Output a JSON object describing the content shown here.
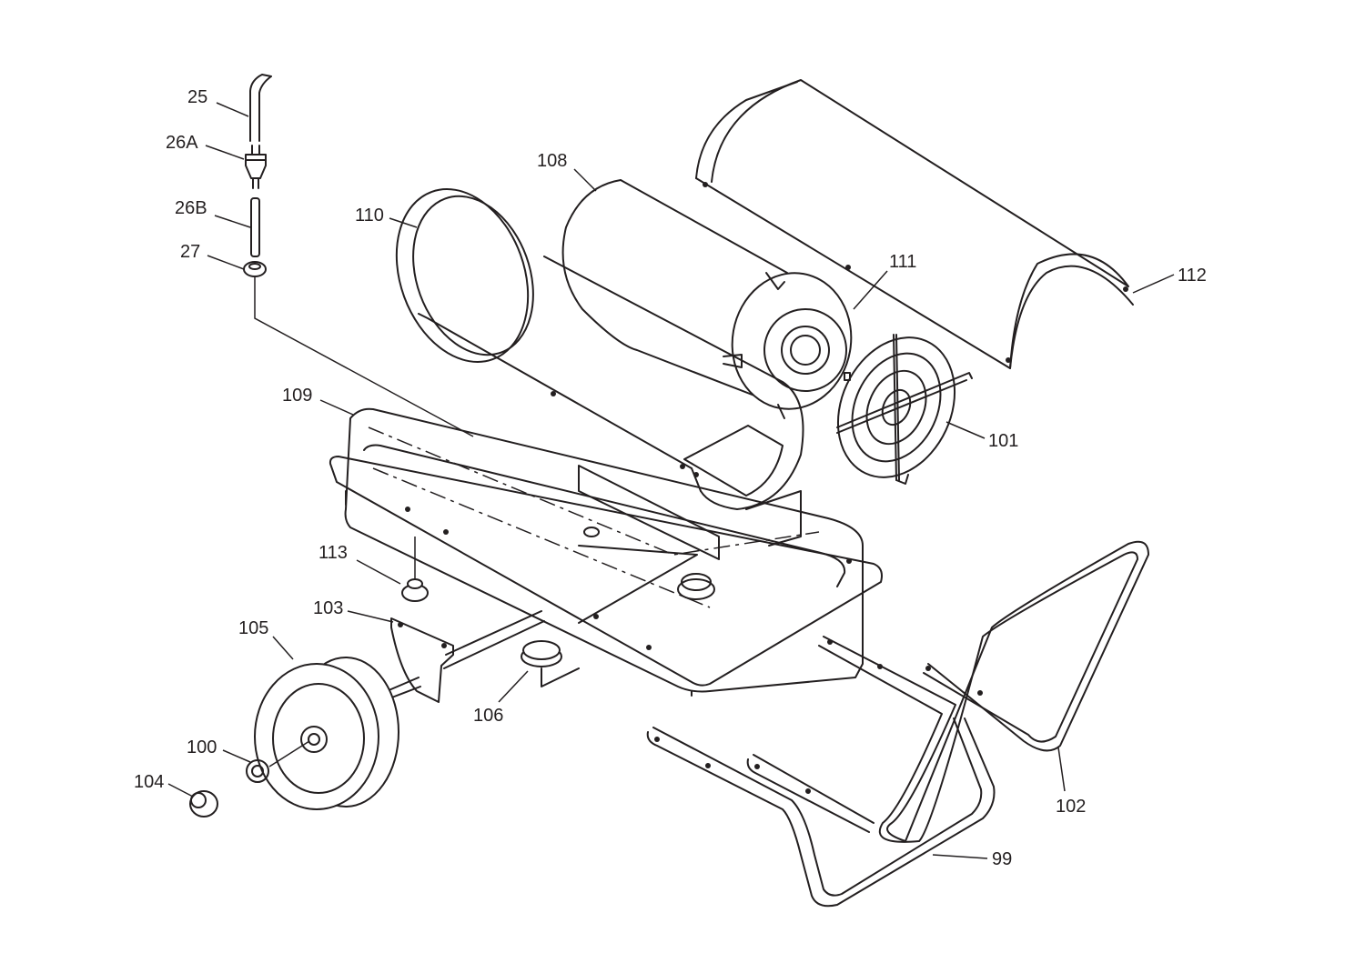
{
  "diagram": {
    "callouts": [
      {
        "id": "25",
        "text": "25"
      },
      {
        "id": "26A",
        "text": "26A"
      },
      {
        "id": "26B",
        "text": "26B"
      },
      {
        "id": "27",
        "text": "27"
      },
      {
        "id": "108",
        "text": "108"
      },
      {
        "id": "110",
        "text": "110"
      },
      {
        "id": "111",
        "text": "111"
      },
      {
        "id": "112",
        "text": "112"
      },
      {
        "id": "109",
        "text": "109"
      },
      {
        "id": "101",
        "text": "101"
      },
      {
        "id": "113",
        "text": "113"
      },
      {
        "id": "103",
        "text": "103"
      },
      {
        "id": "105",
        "text": "105"
      },
      {
        "id": "106",
        "text": "106"
      },
      {
        "id": "100",
        "text": "100"
      },
      {
        "id": "104",
        "text": "104"
      },
      {
        "id": "102",
        "text": "102"
      },
      {
        "id": "99",
        "text": "99"
      }
    ],
    "colors": {
      "line": "#231f20",
      "background": "#ffffff"
    }
  }
}
